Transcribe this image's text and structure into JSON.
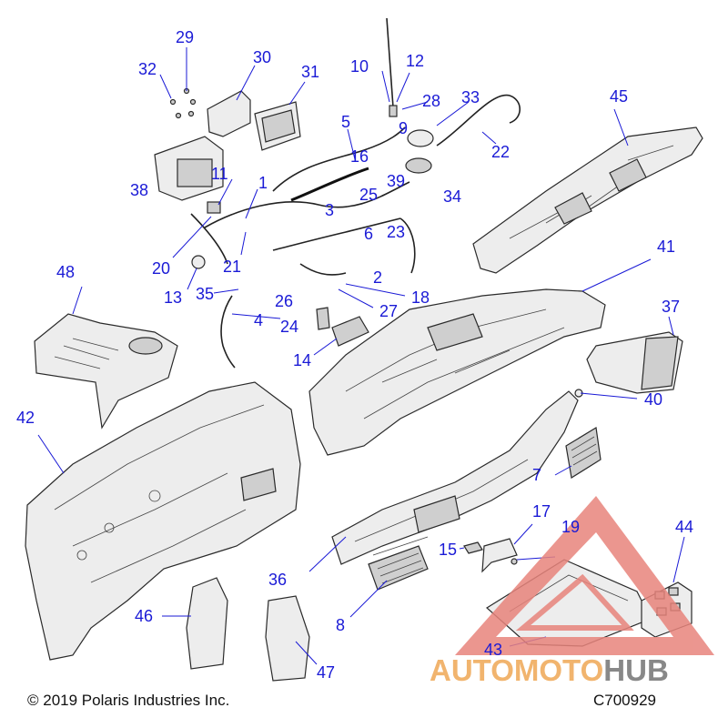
{
  "callouts": [
    {
      "id": "1",
      "text": "1"
    },
    {
      "id": "2",
      "text": "2"
    },
    {
      "id": "3",
      "text": "3"
    },
    {
      "id": "4",
      "text": "4"
    },
    {
      "id": "5",
      "text": "5"
    },
    {
      "id": "6",
      "text": "6"
    },
    {
      "id": "7",
      "text": "7"
    },
    {
      "id": "8",
      "text": "8"
    },
    {
      "id": "9",
      "text": "9"
    },
    {
      "id": "10",
      "text": "10"
    },
    {
      "id": "11",
      "text": "11"
    },
    {
      "id": "12",
      "text": "12"
    },
    {
      "id": "13",
      "text": "13"
    },
    {
      "id": "14",
      "text": "14"
    },
    {
      "id": "15",
      "text": "15"
    },
    {
      "id": "16",
      "text": "16"
    },
    {
      "id": "17",
      "text": "17"
    },
    {
      "id": "18",
      "text": "18"
    },
    {
      "id": "19",
      "text": "19"
    },
    {
      "id": "20",
      "text": "20"
    },
    {
      "id": "21",
      "text": "21"
    },
    {
      "id": "22",
      "text": "22"
    },
    {
      "id": "23",
      "text": "23"
    },
    {
      "id": "24",
      "text": "24"
    },
    {
      "id": "25",
      "text": "25"
    },
    {
      "id": "26",
      "text": "26"
    },
    {
      "id": "27",
      "text": "27"
    },
    {
      "id": "28",
      "text": "28"
    },
    {
      "id": "29",
      "text": "29"
    },
    {
      "id": "30",
      "text": "30"
    },
    {
      "id": "31",
      "text": "31"
    },
    {
      "id": "32",
      "text": "32"
    },
    {
      "id": "33",
      "text": "33"
    },
    {
      "id": "34",
      "text": "34"
    },
    {
      "id": "35",
      "text": "35"
    },
    {
      "id": "36",
      "text": "36"
    },
    {
      "id": "37",
      "text": "37"
    },
    {
      "id": "38",
      "text": "38"
    },
    {
      "id": "39",
      "text": "39"
    },
    {
      "id": "40",
      "text": "40"
    },
    {
      "id": "41",
      "text": "41"
    },
    {
      "id": "42",
      "text": "42"
    },
    {
      "id": "43",
      "text": "43"
    },
    {
      "id": "44",
      "text": "44"
    },
    {
      "id": "45",
      "text": "45"
    },
    {
      "id": "46",
      "text": "46"
    },
    {
      "id": "47",
      "text": "47"
    },
    {
      "id": "48",
      "text": "48"
    }
  ],
  "footer": {
    "copyright": "© 2019 Polaris Industries Inc.",
    "figure_code": "C700929"
  },
  "watermark": {
    "brand_part1": "AUTOMOTO",
    "brand_part2": "HUB",
    "colors": {
      "triangle": "#e8847c",
      "part1": "#f1b46e",
      "part2": "#888888"
    }
  },
  "colors": {
    "callout": "#1a1ad6",
    "line_art": "#2a2a2a"
  }
}
